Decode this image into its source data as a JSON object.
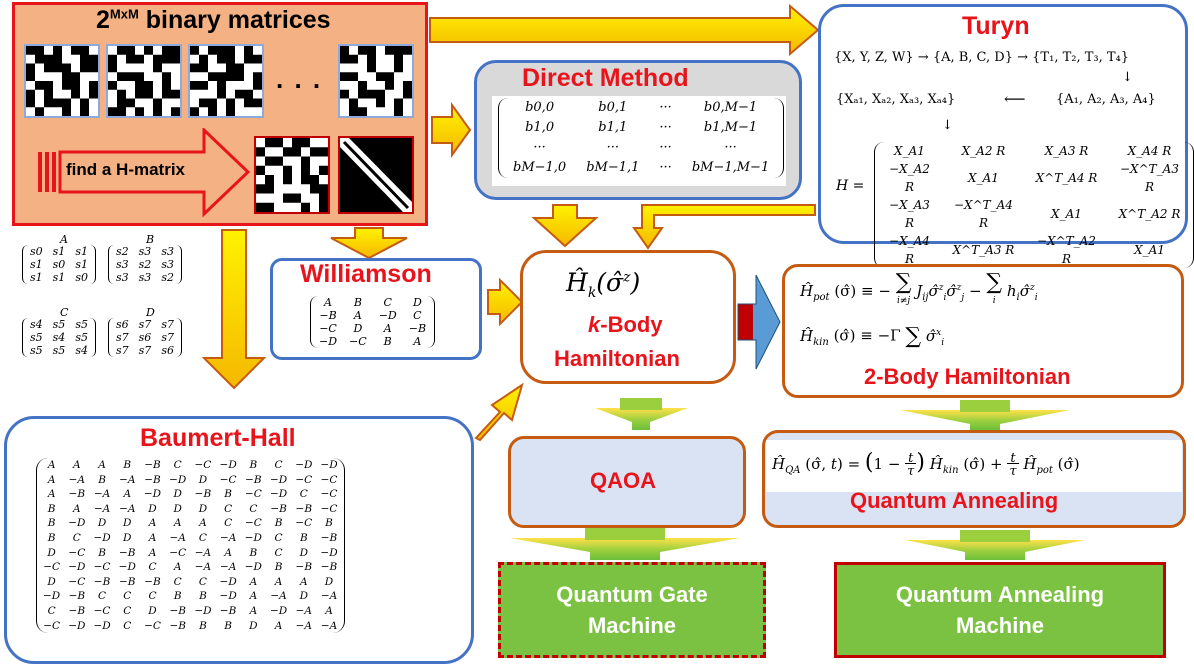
{
  "binary_panel": {
    "title_base": "2",
    "title_sup": "MxM",
    "title_rest": " binary matrices",
    "ellipsis": ". . .",
    "find_label": "find a H-matrix"
  },
  "turyn": {
    "title": "Turyn",
    "line1": "{X, Y, Z, W} → {A, B, C, D} → {T₁, T₂, T₃, T₄}",
    "down_arrow": "↓",
    "line2_left": "{Xₐ₁, Xₐ₂, Xₐ₃, Xₐ₄}",
    "line2_arrow": "⟵",
    "line2_right": "{A₁, A₂, A₃, A₄}",
    "h_label": "H =",
    "h_rows": [
      [
        "X_A1",
        "X_A2 R",
        "X_A3 R",
        "X_A4 R"
      ],
      [
        "−X_A2 R",
        "X_A1",
        "X^T_A4 R",
        "−X^T_A3 R"
      ],
      [
        "−X_A3 R",
        "−X^T_A4 R",
        "X_A1",
        "X^T_A2 R"
      ],
      [
        "−X_A4 R",
        "X^T_A3 R",
        "−X^T_A2 R",
        "X_A1"
      ]
    ]
  },
  "direct": {
    "title": "Direct  Method",
    "rows": [
      [
        "b0,0",
        "b0,1",
        "···",
        "b0,M−1"
      ],
      [
        "b1,0",
        "b1,1",
        "···",
        "b1,M−1"
      ],
      [
        "···",
        "···",
        "···",
        "···"
      ],
      [
        "bM−1,0",
        "bM−1,1",
        "···",
        "bM−1,M−1"
      ]
    ]
  },
  "circulants": {
    "A_label": "A",
    "A_rows": [
      [
        "s0",
        "s1",
        "s1"
      ],
      [
        "s1",
        "s0",
        "s1"
      ],
      [
        "s1",
        "s1",
        "s0"
      ]
    ],
    "B_label": "B",
    "B_rows": [
      [
        "s2",
        "s3",
        "s3"
      ],
      [
        "s3",
        "s2",
        "s3"
      ],
      [
        "s3",
        "s3",
        "s2"
      ]
    ],
    "C_label": "C",
    "C_rows": [
      [
        "s4",
        "s5",
        "s5"
      ],
      [
        "s5",
        "s4",
        "s5"
      ],
      [
        "s5",
        "s5",
        "s4"
      ]
    ],
    "D_label": "D",
    "D_rows": [
      [
        "s6",
        "s7",
        "s7"
      ],
      [
        "s7",
        "s6",
        "s7"
      ],
      [
        "s7",
        "s7",
        "s6"
      ]
    ]
  },
  "williamson": {
    "title": "Williamson",
    "rows": [
      [
        "A",
        "B",
        "C",
        "D"
      ],
      [
        "−B",
        "A",
        "−D",
        "C"
      ],
      [
        "−C",
        "D",
        "A",
        "−B"
      ],
      [
        "−D",
        "−C",
        "B",
        "A"
      ]
    ]
  },
  "hk": {
    "formula": "Ĥ_k(σ̂^z)",
    "k_italic": "k",
    "body_text": "-Body",
    "hamiltonian": "Hamiltonian"
  },
  "two_body": {
    "pot_lhs": "Ĥpot(σ̂) ≡ −",
    "pot_sum1_sub": "i≠j",
    "pot_term1": "Jij σ̂zi σ̂zj −",
    "pot_sum2_sub": "i",
    "pot_term2": "hi σ̂zi",
    "kin_lhs": "Ĥkin(σ̂) ≡ −Γ",
    "kin_term": "σ̂xi",
    "title": "2-Body Hamiltonian"
  },
  "baumert": {
    "title": "Baumert-Hall",
    "rows": [
      [
        "A",
        "A",
        "A",
        "B",
        "−B",
        "C",
        "−C",
        "−D",
        "B",
        "C",
        "−D",
        "−D"
      ],
      [
        "A",
        "−A",
        "B",
        "−A",
        "−B",
        "−D",
        "D",
        "−C",
        "−B",
        "−D",
        "−C",
        "−C"
      ],
      [
        "A",
        "−B",
        "−A",
        "A",
        "−D",
        "D",
        "−B",
        "B",
        "−C",
        "−D",
        "C",
        "−C"
      ],
      [
        "B",
        "A",
        "−A",
        "−A",
        "D",
        "D",
        "D",
        "C",
        "C",
        "−B",
        "−B",
        "−C"
      ],
      [
        "B",
        "−D",
        "D",
        "D",
        "A",
        "A",
        "A",
        "C",
        "−C",
        "B",
        "−C",
        "B"
      ],
      [
        "B",
        "C",
        "−D",
        "D",
        "A",
        "−A",
        "C",
        "−A",
        "−D",
        "C",
        "B",
        "−B"
      ],
      [
        "D",
        "−C",
        "B",
        "−B",
        "A",
        "−C",
        "−A",
        "A",
        "B",
        "C",
        "D",
        "−D"
      ],
      [
        "−C",
        "−D",
        "−C",
        "−D",
        "C",
        "A",
        "−A",
        "−A",
        "−D",
        "B",
        "−B",
        "−B"
      ],
      [
        "D",
        "−C",
        "−B",
        "−B",
        "−B",
        "C",
        "C",
        "−D",
        "A",
        "A",
        "A",
        "D"
      ],
      [
        "−D",
        "−B",
        "C",
        "C",
        "C",
        "B",
        "B",
        "−D",
        "A",
        "−A",
        "D",
        "−A"
      ],
      [
        "C",
        "−B",
        "−C",
        "C",
        "D",
        "−B",
        "−D",
        "−B",
        "A",
        "−D",
        "−A",
        "A"
      ],
      [
        "−C",
        "−D",
        "−D",
        "C",
        "−C",
        "−B",
        "B",
        "B",
        "D",
        "A",
        "−A",
        "−A"
      ]
    ]
  },
  "qaoa": {
    "title": "QAOA"
  },
  "qa": {
    "formula_lhs": "ĤQA(σ̂, t) =",
    "formula_paren": "(1 − t/τ)",
    "formula_mid": "Ĥkin(σ̂) +",
    "formula_frac": "t/τ",
    "formula_end": "Ĥpot(σ̂)",
    "title": "Quantum Annealing"
  },
  "gate_machine": {
    "line1": "Quantum Gate",
    "line2": "Machine"
  },
  "annealing_machine": {
    "line1": "Quantum Annealing",
    "line2": "Machine"
  },
  "colors": {
    "red": "#e8141b",
    "orange_fill": "#f4b183",
    "blue_border": "#4472c4",
    "brown_border": "#c55a11",
    "yellow": "#ffd700",
    "green": "#7cc242",
    "dark_red": "#c00000",
    "gray": "#d9d9d9",
    "qaoa_fill": "#dae3f3"
  },
  "icons": [
    "arrow-right-icon",
    "arrow-down-icon",
    "striped-arrow-icon",
    "blue-red-arrow-icon",
    "funnel-arrow-icon"
  ]
}
